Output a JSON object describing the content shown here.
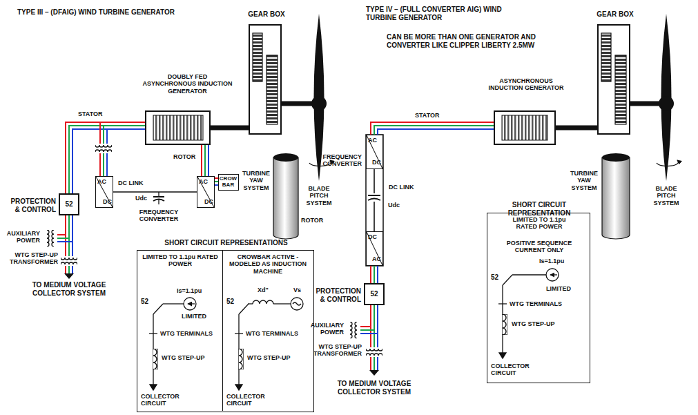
{
  "diagram": {
    "nodes": [
      {
        "text": [
          "GEAR BOX"
        ]
      },
      {
        "text": [
          "DOUBLY FED ASYNCHRONOUS INDUCTION GENERATOR"
        ]
      },
      {
        "text": [
          "AC",
          "DC"
        ]
      },
      {
        "text": [
          "AC",
          "DC"
        ]
      },
      {
        "text": [
          "CROW BAR"
        ]
      },
      {
        "text": [
          "PROTECTION & CONTROL",
          "52"
        ]
      },
      {
        "text": [
          "SHORT CIRCUIT REPRESENTATIONS"
        ]
      },
      {
        "text": [
          "LIMITED TO 1.1pu RATED POWER",
          "Is=1.1pu",
          "LIMITED",
          "52",
          "WTG TERMINALS",
          "WTG STEP-UP",
          "COLLECTOR CIRCUIT"
        ],
        "in": 6
      },
      {
        "text": [
          "CROWBAR ACTIVE - MODELED AS INDUCTION MACHINE",
          "Xd\"",
          "Vs",
          "52",
          "WTG TERMINALS",
          "WTG STEP-UP",
          "COLLECTOR CIRCUIT"
        ],
        "in": 6
      },
      {
        "text": [
          "GEAR BOX"
        ]
      },
      {
        "text": [
          "ASYNCHRONOUS INDUCTION GENERATOR"
        ]
      },
      {
        "text": [
          "AC",
          "DC"
        ]
      },
      {
        "text": [
          "DC",
          "AC"
        ]
      },
      {
        "text": [
          "PROTECTION & CONTROL",
          "52"
        ]
      },
      {
        "text": [
          "SHORT CIRCUIT REPRESENTATION",
          "LIMITED TO 1.1pu RATED POWER",
          "POSITIVE SEQUENCE CURRENT ONLY",
          "Is=1.1pu",
          "LIMITED",
          "52",
          "WTG TERMINALS",
          "WTG STEP-UP",
          "COLLECTOR CIRCUIT"
        ]
      }
    ],
    "edges": [
      {
        "from": 0,
        "to": 1,
        "arrow": "none"
      },
      {
        "from": 1,
        "to": 5,
        "label": "STATOR",
        "arrow": "none"
      },
      {
        "from": 1,
        "to": 2,
        "arrow": "none"
      },
      {
        "from": 2,
        "to": 3,
        "label": "DC LINK",
        "arrow": "none"
      },
      {
        "from": 1,
        "to": 3,
        "label": "ROTOR",
        "arrow": "none"
      },
      {
        "from": 3,
        "to": 4,
        "arrow": "none"
      },
      {
        "from": 9,
        "to": 10,
        "arrow": "none"
      },
      {
        "from": 10,
        "to": 11,
        "label": "STATOR",
        "arrow": "none"
      },
      {
        "from": 11,
        "to": 12,
        "label": "DC LINK",
        "arrow": "none"
      },
      {
        "from": 12,
        "to": 13,
        "arrow": "none"
      }
    ],
    "labels": [
      "TYPE III – (DFAIG) WIND TURBINE GENERATOR",
      "TURBINE YAW SYSTEM",
      "BLADE PITCH SYSTEM",
      "ROTOR",
      "Udc",
      "FREQUENCY CONVERTER",
      "AUXILIARY POWER",
      "WTG STEP-UP TRANSFORMER",
      "TO MEDIUM VOLTAGE COLLECTOR SYSTEM",
      "TYPE IV – (FULL CONVERTER AIG) WIND TURBINE GENERATOR",
      "CAN BE MORE THAN ONE GENERATOR AND CONVERTER LIKE CLIPPER LIBERTY 2.5MW",
      "FREQUENCY CONVERTER",
      "Udc",
      "TURBINE YAW SYSTEM",
      "BLADE PITCH SYSTEM",
      "AUXILIARY POWER",
      "WTG STEP-UP TRANSFORMER",
      "TO MEDIUM VOLTAGE COLLECTOR SYSTEM"
    ]
  }
}
